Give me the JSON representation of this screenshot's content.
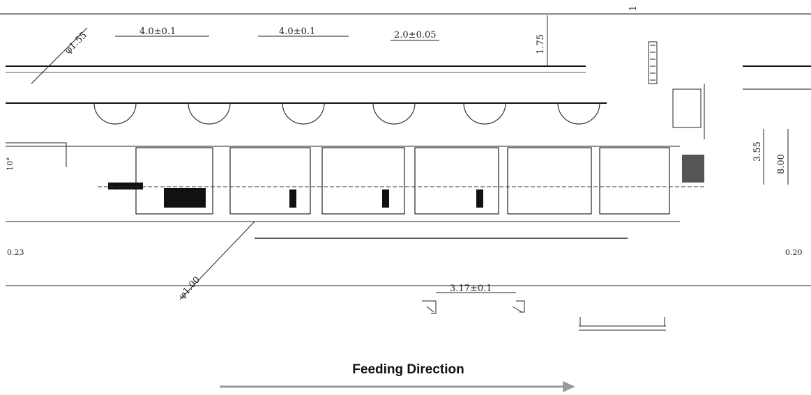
{
  "dimensions": {
    "pitch_1": "4.0±0.1",
    "pitch_2": "4.0±0.1",
    "pitch_3": "2.0±0.05",
    "sprocket_hole_diameter": "φ1.55",
    "pocket_hole_diameter": "φ1.00",
    "edge_distance": "1.75",
    "tape_width": "8.00",
    "pocket_offset": "3.55",
    "thickness_left": "0.23",
    "thickness_right": "0.20",
    "cover_width": "3.17±0.1",
    "left_ref": "10°",
    "top_ref": "1"
  },
  "feeding_direction": {
    "label": "Feeding Direction",
    "arrow_color": "#9a9a9a"
  }
}
